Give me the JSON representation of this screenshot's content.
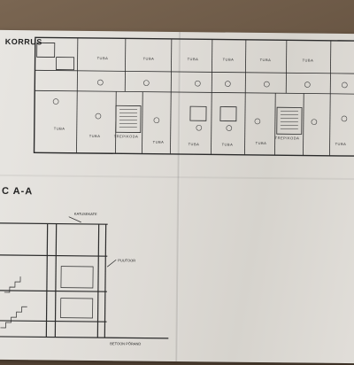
{
  "plan": {
    "title": "KORRUS",
    "room_label": "TUBA",
    "stair_label": "TREPIKODA"
  },
  "section": {
    "title": "C A-A",
    "roof_label": "KATUSEKATE",
    "floor_label": "PUUTOOR",
    "ground_label": "BETOON PÕRAND"
  }
}
